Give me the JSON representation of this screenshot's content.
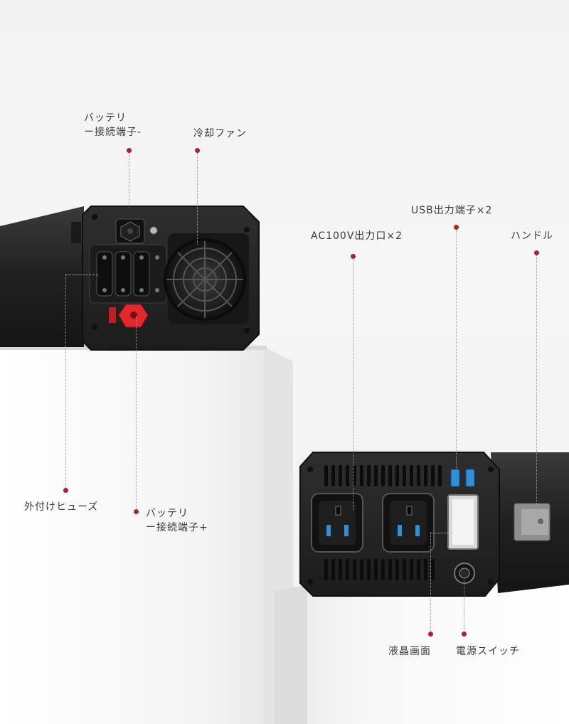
{
  "callouts": {
    "battery_minus": {
      "line1": "バッテリ",
      "line2": "ー接続端子-"
    },
    "cooling_fan": "冷却ファン",
    "external_fuse": "外付けヒューズ",
    "battery_plus": {
      "line1": "バッテリ",
      "line2": "ー接続端子+"
    },
    "ac_outlet": "AC100V出力口×2",
    "usb_port": "USB出力端子×2",
    "handle": "ハンドル",
    "lcd_screen": "液晶画面",
    "power_switch": "電源スイッチ"
  },
  "colors": {
    "callout_dot": "#b3202a",
    "device_body": "#2a2a2a",
    "positive_terminal": "#e0282e",
    "usb_port": "#2f8fd8"
  }
}
